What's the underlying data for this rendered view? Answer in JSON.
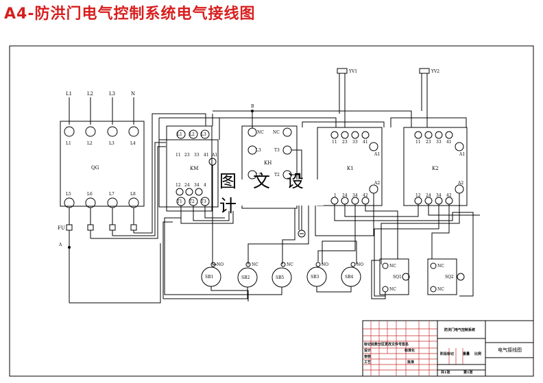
{
  "title": "A4-防洪门电气控制系统电气接线图",
  "watermark": "图 文 设 计",
  "power": {
    "lines": [
      "L1",
      "L2",
      "L3",
      "N"
    ],
    "qg_label": "QG",
    "qg_top": [
      "L1",
      "L2",
      "L3",
      "L4"
    ],
    "qg_bottom": [
      "L5",
      "L6",
      "L7",
      "L8"
    ],
    "fuse_label": "FU",
    "node_a": "A",
    "node_b": "B"
  },
  "km": {
    "label": "KM",
    "top": [
      "L1",
      "L2",
      "L3"
    ],
    "aux_top": [
      "11",
      "23",
      "33",
      "41"
    ],
    "a1": "A1",
    "aux_bottom": [
      "12",
      "24",
      "34",
      "4"
    ],
    "bottom": [
      "T1",
      "T2",
      "T3"
    ]
  },
  "kh": {
    "label": "KH",
    "nc_left": "NC",
    "nc_right": "NC",
    "l3": "L3",
    "t3": "T3",
    "l2": "L2",
    "t2": "T2"
  },
  "k1": {
    "label": "K1",
    "top": [
      "11",
      "23",
      "33",
      "41"
    ],
    "a1": "A1",
    "a2": "A2",
    "bottom": [
      "1",
      "24",
      "34",
      "42"
    ]
  },
  "k2": {
    "label": "K2",
    "top": [
      "11",
      "23",
      "33",
      "41"
    ],
    "a1": "A1",
    "a2": "A2",
    "bottom": [
      "12",
      "24",
      "34",
      "42"
    ]
  },
  "valves": [
    "YV1",
    "YV2"
  ],
  "buttons": [
    {
      "label": "SB1",
      "contact": "NO"
    },
    {
      "label": "SB2",
      "contact": "NC"
    },
    {
      "label": "SB5",
      "contact": "NC"
    },
    {
      "label": "SB3",
      "contact": "NO"
    },
    {
      "label": "SB4",
      "contact": "NO"
    }
  ],
  "limit_switches": [
    {
      "label": "SQ1",
      "top": "NC",
      "bottom": "NC"
    },
    {
      "label": "SQ2",
      "top": "NC",
      "bottom": "NC"
    }
  ],
  "title_block": {
    "project": "防洪门电气控制系统",
    "drawing_name": "电气接线图",
    "mark": "阶段标记",
    "weight": "重量",
    "scale": "比例",
    "sheets_total": "共1张",
    "sheet_no": "第1张",
    "row_design": "设计",
    "row_check": "审核",
    "row_process": "工艺",
    "std": "标准化",
    "approve": "批准",
    "header_row": "标记处数分区更改文件号签名"
  }
}
